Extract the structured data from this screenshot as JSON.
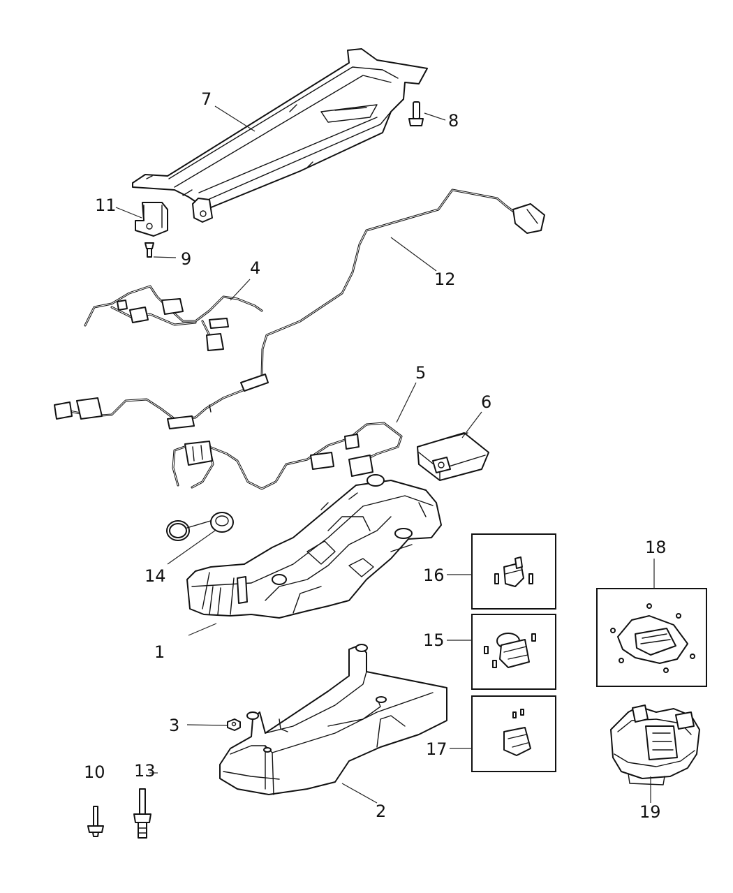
{
  "callouts": [
    {
      "id": "c1",
      "label": "1"
    },
    {
      "id": "c2",
      "label": "2"
    },
    {
      "id": "c3",
      "label": "3"
    },
    {
      "id": "c4",
      "label": "4"
    },
    {
      "id": "c5",
      "label": "5"
    },
    {
      "id": "c6",
      "label": "6"
    },
    {
      "id": "c7",
      "label": "7"
    },
    {
      "id": "c8",
      "label": "8"
    },
    {
      "id": "c9",
      "label": "9"
    },
    {
      "id": "c10",
      "label": "10"
    },
    {
      "id": "c11",
      "label": "11"
    },
    {
      "id": "c12",
      "label": "12"
    },
    {
      "id": "c13",
      "label": "13"
    },
    {
      "id": "c14",
      "label": "14"
    },
    {
      "id": "c15",
      "label": "15"
    },
    {
      "id": "c16",
      "label": "16"
    },
    {
      "id": "c17",
      "label": "17"
    },
    {
      "id": "c18",
      "label": "18"
    },
    {
      "id": "c19",
      "label": "19"
    }
  ],
  "colors": {
    "line": "#111111",
    "background": "#ffffff"
  }
}
